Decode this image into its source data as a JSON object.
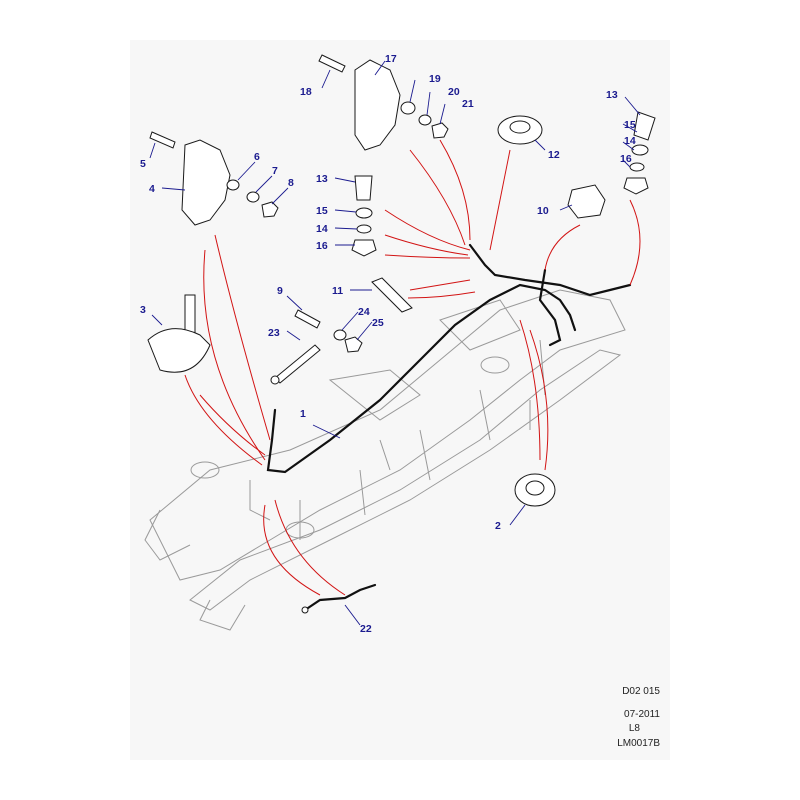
{
  "callouts": {
    "c1": "1",
    "c2": "2",
    "c3": "3",
    "c4": "4",
    "c5": "5",
    "c6": "6",
    "c7": "7",
    "c8": "8",
    "c9": "9",
    "c10": "10",
    "c11": "11",
    "c12": "12",
    "c13a": "13",
    "c13b": "13",
    "c14a": "14",
    "c14b": "14",
    "c15a": "15",
    "c15b": "15",
    "c16a": "16",
    "c16b": "16",
    "c17": "17",
    "c18": "18",
    "c19": "19",
    "c20": "20",
    "c21": "21",
    "c22": "22",
    "c23": "23",
    "c24": "24",
    "c25": "25"
  },
  "meta": {
    "code": "D02 015",
    "date": "07-2011",
    "rev": "L8",
    "ref": "LM0017B"
  },
  "colors": {
    "callout": "#1b1b8f",
    "leader_line": "#d21414",
    "sheet": "#f7f7f7"
  }
}
